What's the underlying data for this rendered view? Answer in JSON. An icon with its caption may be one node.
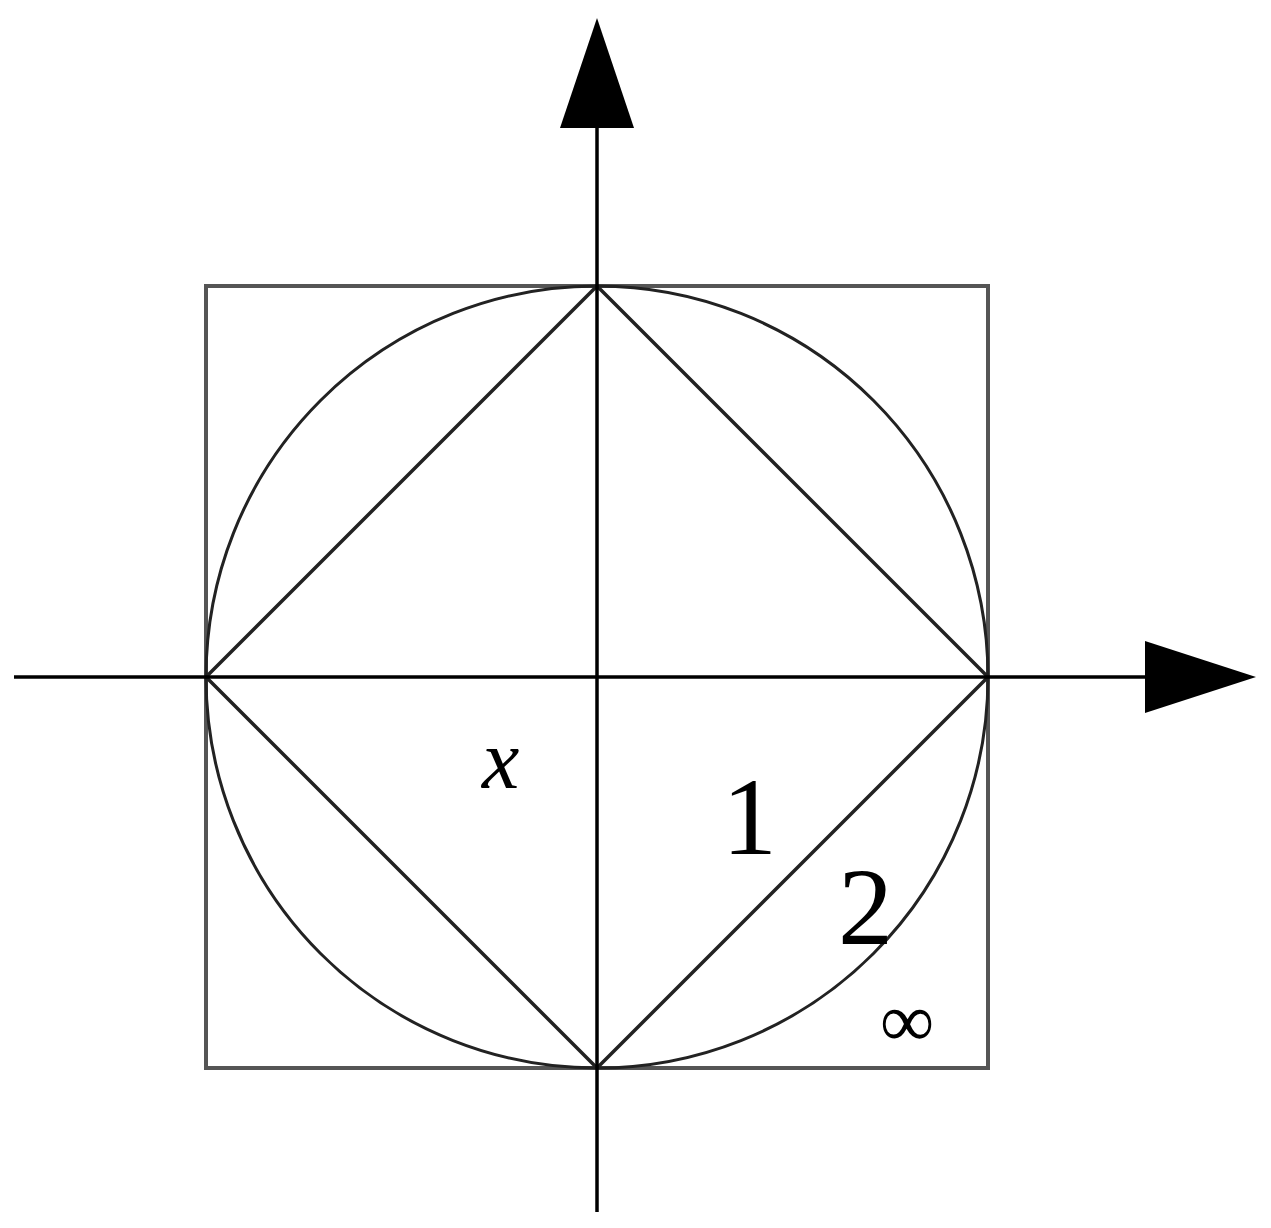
{
  "diagram": {
    "labels": [
      "x",
      "1",
      "2",
      "∞"
    ]
  }
}
